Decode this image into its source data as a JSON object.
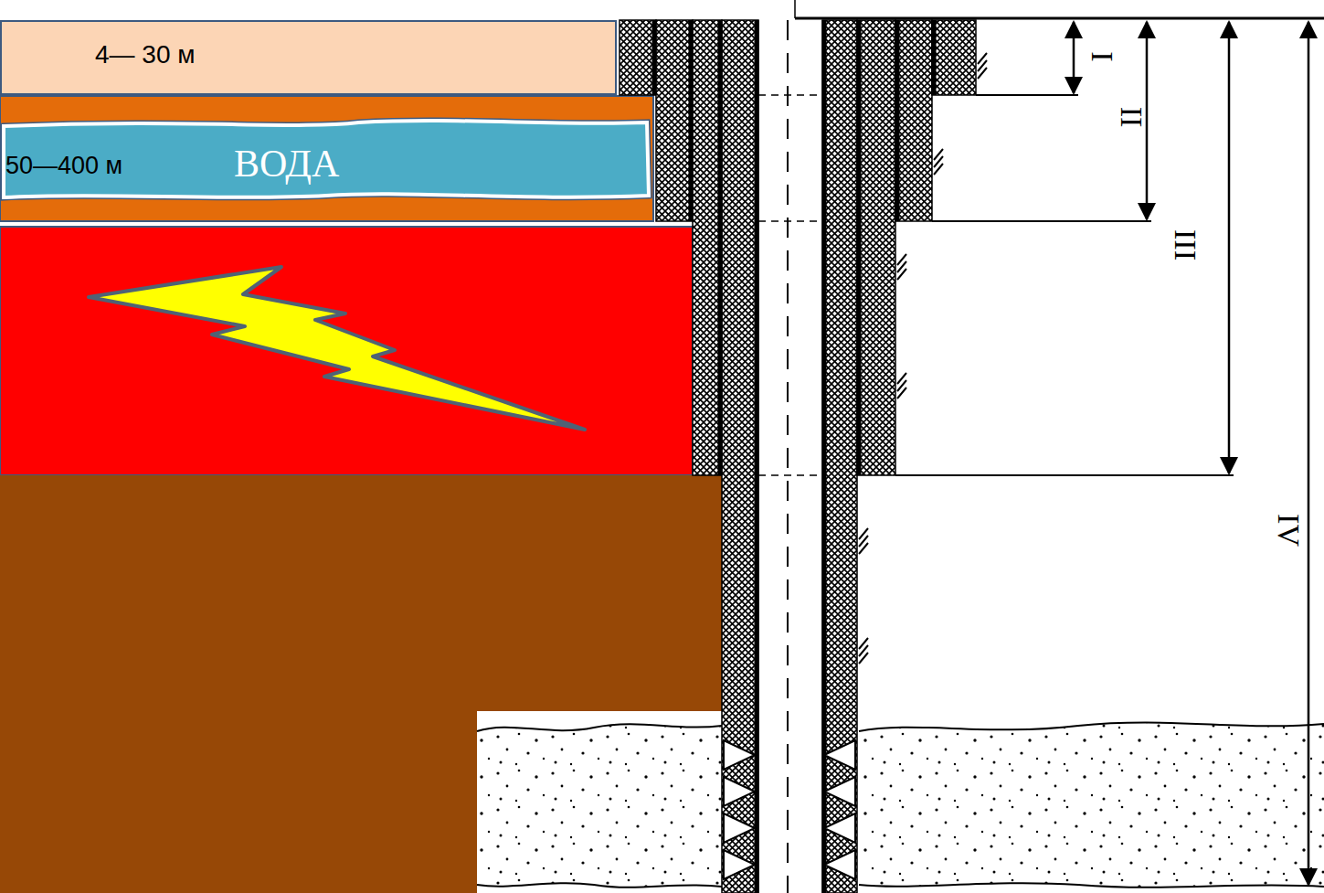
{
  "diagram": {
    "nodes": [
      {
        "text": [
          "4— 30 м"
        ]
      },
      {
        "text": [
          "50—400 м",
          "ВОДА"
        ]
      }
    ],
    "labels": [
      "I",
      "II",
      "III",
      "IV"
    ]
  }
}
